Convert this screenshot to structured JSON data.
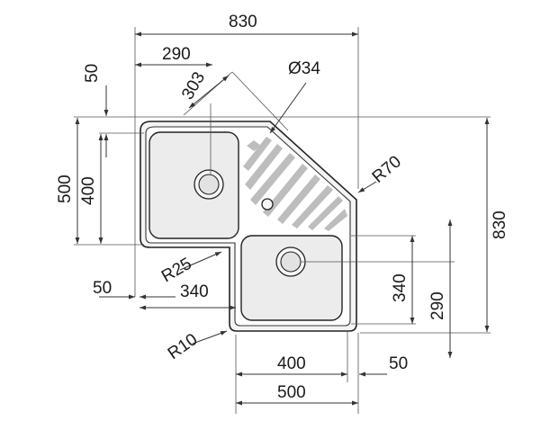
{
  "diagram": {
    "dimensions": {
      "overall_width": "830",
      "left_offset": "290",
      "diagonal": "303",
      "drain_dia": "Ø34",
      "top_gap": "50",
      "left_total": "500",
      "left_bowl": "400",
      "right_total": "830",
      "radius_outer": "R70",
      "radius_inner": "R25",
      "left_bottom_gap": "50",
      "lower_bowl_offset": "340",
      "right_bowl_height": "340",
      "drain_height": "290",
      "radius_small": "R10",
      "bottom_bowl": "400",
      "bottom_gap": "50",
      "bottom_total": "500"
    },
    "colors": {
      "line": "#222222",
      "fill": "#ececec"
    }
  }
}
